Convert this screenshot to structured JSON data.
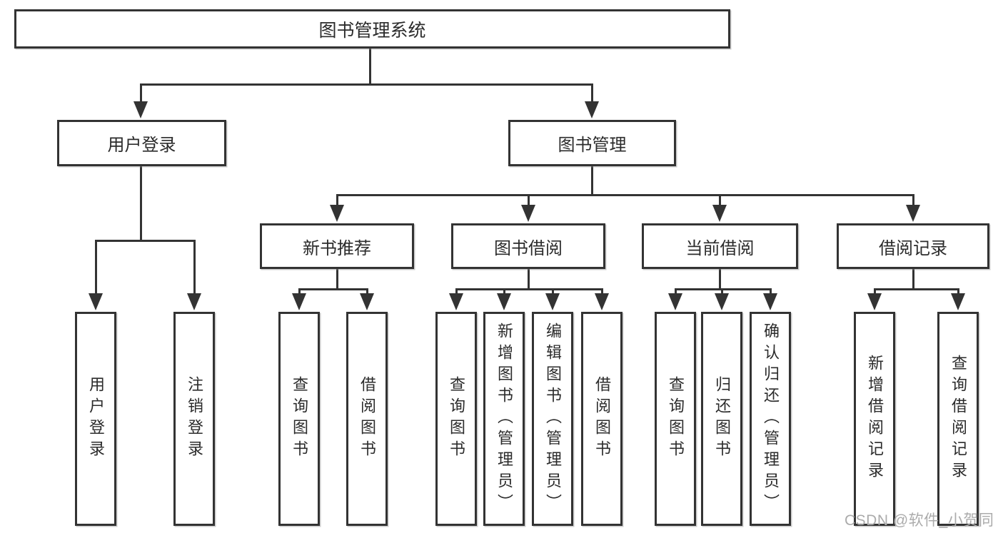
{
  "diagram": {
    "watermark": "CSDN @软件_小贺同学",
    "colors": {
      "line": "#333333",
      "text": "#2b2b2b",
      "background": "#ffffff",
      "watermark": "#ababab"
    },
    "tree": {
      "root": {
        "label": "图书管理系统"
      },
      "branches": [
        {
          "label": "用户登录",
          "children": [
            {
              "label": "用户登录"
            },
            {
              "label": "注销登录"
            }
          ]
        },
        {
          "label": "图书管理",
          "children": [
            {
              "label": "新书推荐",
              "children": [
                {
                  "label": "查询图书"
                },
                {
                  "label": "借阅图书"
                }
              ]
            },
            {
              "label": "图书借阅",
              "children": [
                {
                  "label": "查询图书"
                },
                {
                  "label": "新增图书（管理员）"
                },
                {
                  "label": "编辑图书（管理员）"
                },
                {
                  "label": "借阅图书"
                }
              ]
            },
            {
              "label": "当前借阅",
              "children": [
                {
                  "label": "查询图书"
                },
                {
                  "label": "归还图书"
                },
                {
                  "label": "确认归还（管理员）"
                }
              ]
            },
            {
              "label": "借阅记录",
              "children": [
                {
                  "label": "新增借阅记录"
                },
                {
                  "label": "查询借阅记录"
                }
              ]
            }
          ]
        }
      ]
    }
  }
}
